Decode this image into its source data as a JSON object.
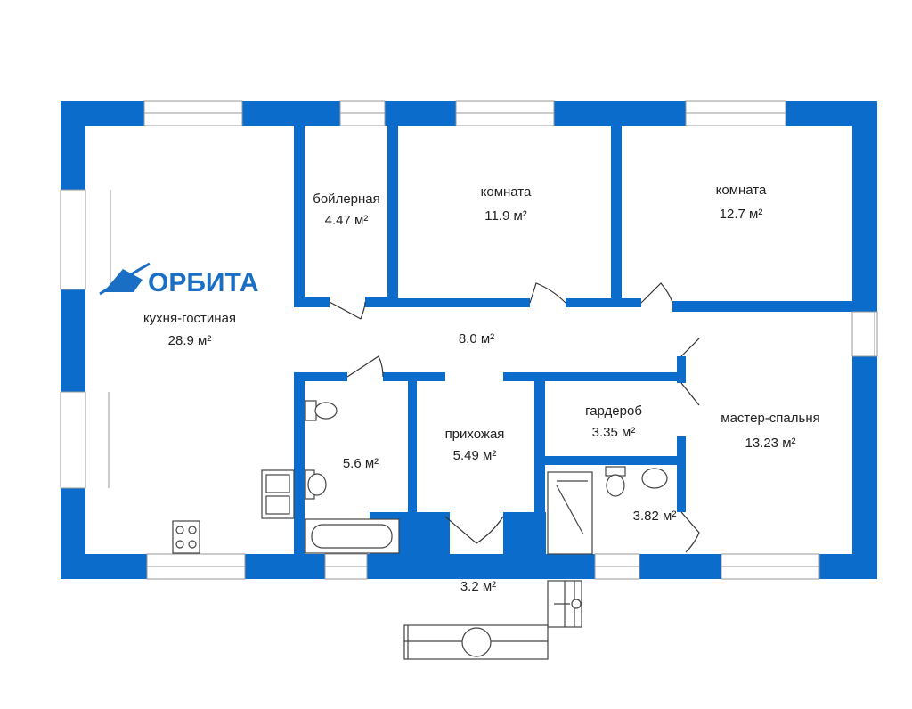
{
  "logo": {
    "text": "ОРБИТА",
    "color": "#1a6fc4"
  },
  "colors": {
    "wall": "#0b6ccc",
    "line": "#333333"
  },
  "rooms": [
    {
      "name": "кухня-гостиная",
      "area": "28.9 м²"
    },
    {
      "name": "бойлерная",
      "area": "4.47 м²"
    },
    {
      "name": "комната",
      "area": "11.9 м²"
    },
    {
      "name": "комната",
      "area": "12.7 м²"
    },
    {
      "name": "",
      "area": "8.0 м²"
    },
    {
      "name": "",
      "area": "5.6 м²"
    },
    {
      "name": "прихожая",
      "area": "5.49 м²"
    },
    {
      "name": "гардероб",
      "area": "3.35 м²"
    },
    {
      "name": "мастер-спальня",
      "area": "13.23 м²"
    },
    {
      "name": "",
      "area": "3.82 м²"
    },
    {
      "name": "",
      "area": "3.2 м²"
    }
  ]
}
